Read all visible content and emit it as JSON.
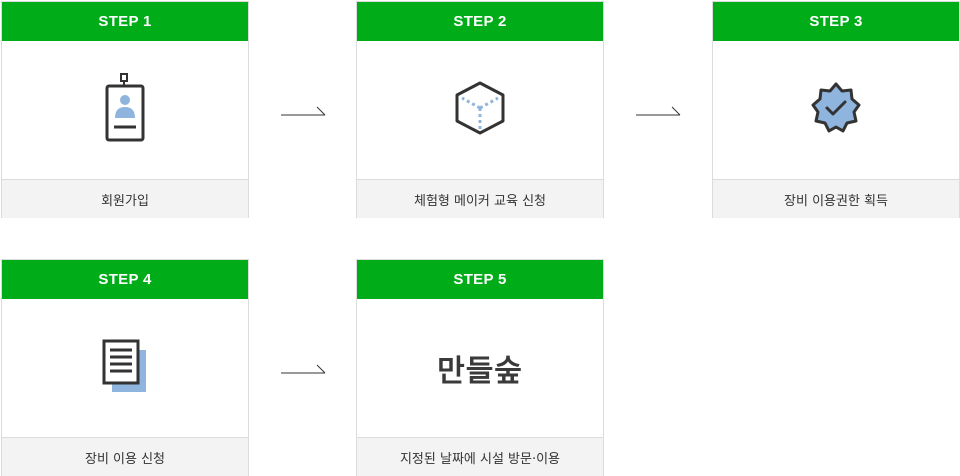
{
  "steps": [
    {
      "label": "STEP 1",
      "caption": "회원가입",
      "icon": "id-badge-icon"
    },
    {
      "label": "STEP 2",
      "caption": "체험형 메이커 교육 신청",
      "icon": "cube-icon"
    },
    {
      "label": "STEP 3",
      "caption": "장비 이용권한 획득",
      "icon": "verified-badge-icon"
    },
    {
      "label": "STEP 4",
      "caption": "장비 이용 신청",
      "icon": "document-icon"
    },
    {
      "label": "STEP 5",
      "caption": "지정된 날짜에 시설 방문·이용",
      "icon": "logo-mandeulsup",
      "logo_text": "만들숲"
    }
  ],
  "colors": {
    "accent": "#00ad18",
    "icon_dark": "#333333",
    "icon_blue": "#8fb4dd",
    "footer_bg": "#f3f3f3"
  }
}
